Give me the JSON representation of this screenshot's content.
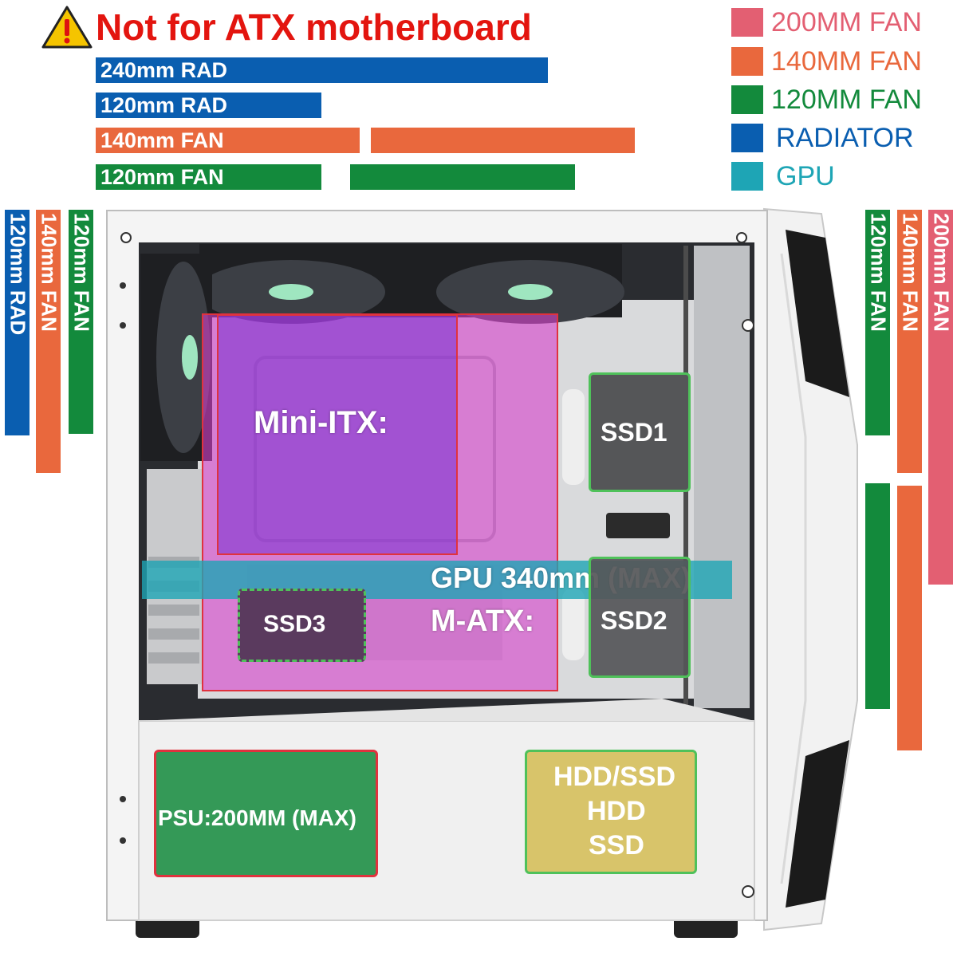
{
  "warning": {
    "text": "Not for ATX motherboard",
    "icon": "warning-triangle-icon"
  },
  "top_bars": {
    "rad240": "240mm RAD",
    "rad120": "120mm RAD",
    "fan140": "140mm FAN",
    "fan120": "120mm FAN"
  },
  "legend": [
    {
      "label": "200MM FAN",
      "color": "#e35f72"
    },
    {
      "label": "140MM FAN",
      "color": "#e9683d"
    },
    {
      "label": "120MM FAN",
      "color": "#138a3c"
    },
    {
      "label": "RADIATOR",
      "color": "#0a5eb0"
    },
    {
      "label": "GPU",
      "color": "#1ea5b5"
    }
  ],
  "left_bars": {
    "rad120": "120mm RAD",
    "fan140": "140mm FAN",
    "fan120": "120mm FAN"
  },
  "right_bars": {
    "fan120": "120mm FAN",
    "fan140": "140mm FAN",
    "fan200": "200mm FAN"
  },
  "zones": {
    "mini_itx": "Mini-ITX:",
    "m_atx": "M-ATX:",
    "gpu": "GPU 340mm  (MAX)",
    "ssd1": "SSD1",
    "ssd2": "SSD2",
    "ssd3": "SSD3",
    "psu": "PSU:200MM (MAX)",
    "drive_line1": "HDD/SSD",
    "drive_line2": "HDD",
    "drive_line3": "SSD"
  }
}
